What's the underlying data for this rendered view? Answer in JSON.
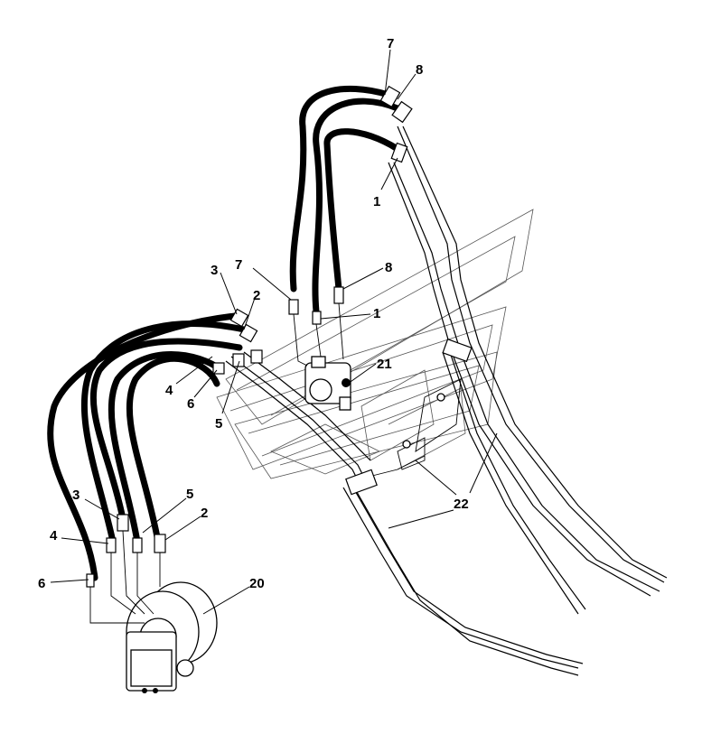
{
  "diagram": {
    "callouts": [
      {
        "id": "c-7-top",
        "text": "7"
      },
      {
        "id": "c-8-top",
        "text": "8"
      },
      {
        "id": "c-1-top",
        "text": "1"
      },
      {
        "id": "c-3-mid",
        "text": "3"
      },
      {
        "id": "c-7-mid",
        "text": "7"
      },
      {
        "id": "c-8-mid",
        "text": "8"
      },
      {
        "id": "c-2-mid",
        "text": "2"
      },
      {
        "id": "c-1-mid",
        "text": "1"
      },
      {
        "id": "c-21",
        "text": "21"
      },
      {
        "id": "c-4-mid",
        "text": "4"
      },
      {
        "id": "c-6-mid",
        "text": "6"
      },
      {
        "id": "c-5-mid",
        "text": "5"
      },
      {
        "id": "c-3-low",
        "text": "3"
      },
      {
        "id": "c-5-low",
        "text": "5"
      },
      {
        "id": "c-2-low",
        "text": "2"
      },
      {
        "id": "c-4-low",
        "text": "4"
      },
      {
        "id": "c-6-low",
        "text": "6"
      },
      {
        "id": "c-20",
        "text": "20"
      },
      {
        "id": "c-22",
        "text": "22"
      }
    ]
  }
}
